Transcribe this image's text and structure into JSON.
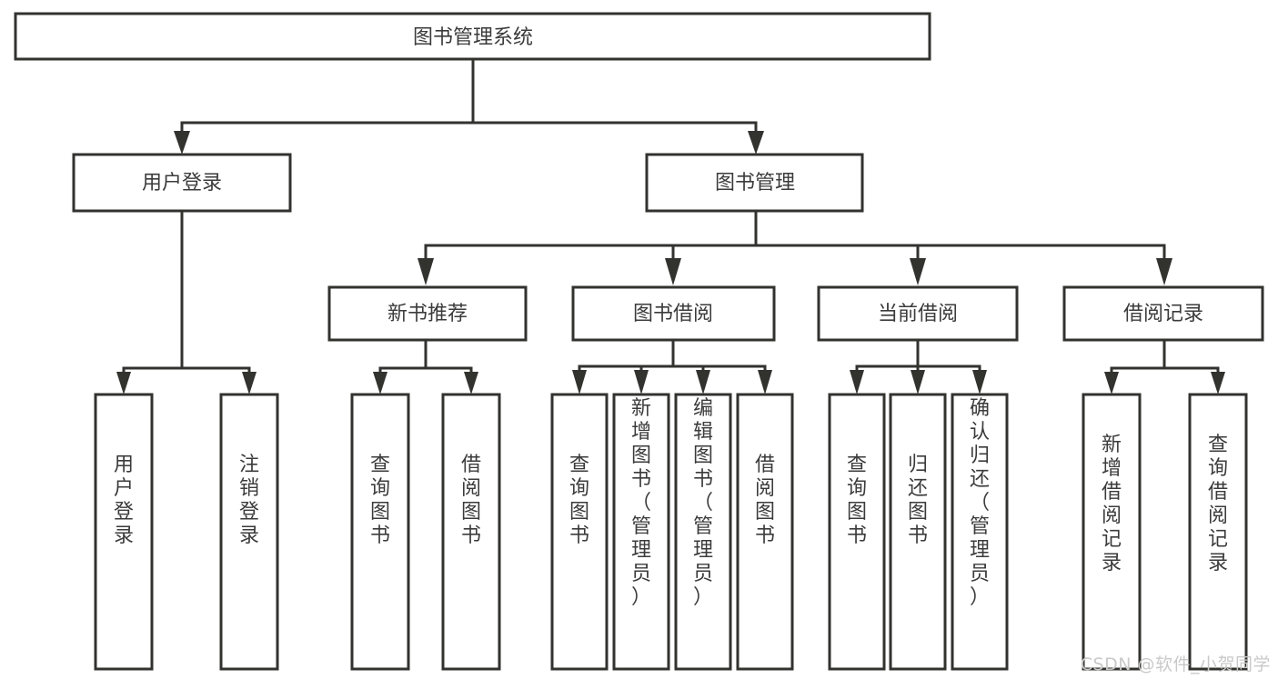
{
  "diagram": {
    "type": "tree",
    "title": "图书管理系统",
    "watermark": "CSDN @软件_小贺同学",
    "colors": {
      "box_stroke": "#32322f",
      "box_fill": "#ffffff",
      "connector": "#32322f",
      "text": "#3b3b3b",
      "watermark": "#c9c9c9",
      "background": "#ffffff"
    },
    "levels": {
      "root": {
        "label": "图书管理系统"
      },
      "level2": [
        {
          "label": "用户登录"
        },
        {
          "label": "图书管理"
        }
      ],
      "level3": [
        {
          "label": "新书推荐"
        },
        {
          "label": "图书借阅"
        },
        {
          "label": "当前借阅"
        },
        {
          "label": "借阅记录"
        }
      ],
      "leaves": {
        "user_login": [
          {
            "label": "用户登录"
          },
          {
            "label": "注销登录"
          }
        ],
        "new_book_recommend": [
          {
            "label": "查询图书"
          },
          {
            "label": "借阅图书"
          }
        ],
        "book_borrow": [
          {
            "label": "查询图书"
          },
          {
            "label": "新增图书（管理员）"
          },
          {
            "label": "编辑图书（管理员）"
          },
          {
            "label": "借阅图书"
          }
        ],
        "current_borrow": [
          {
            "label": "查询图书"
          },
          {
            "label": "归还图书"
          },
          {
            "label": "确认归还（管理员）"
          }
        ],
        "borrow_record": [
          {
            "label": "新增借阅记录"
          },
          {
            "label": "查询借阅记录"
          }
        ]
      }
    }
  }
}
